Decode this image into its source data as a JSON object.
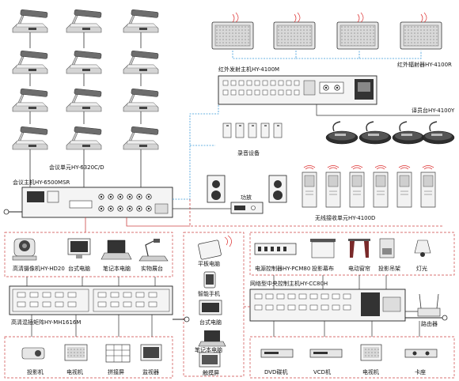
{
  "labels": {
    "conference_unit": "会议单元HY-6320C/D",
    "conference_host": "会议主机HY-6500MSR",
    "ir_host": "红外发射主机HY-4100M",
    "ir_radiator": "红外辐射器HY-4100R",
    "interpreter": "译员台HY-4100Y",
    "recording": "录音设备",
    "amplifier": "功放",
    "wireless_rx": "无线接收单元HY-4100D",
    "camera": "高清摄像机HY-HD20",
    "desktop": "台式电脑",
    "laptop": "笔记本电脑",
    "doc_camera": "实物展台",
    "matrix": "高清混插矩阵HY-MH1616M",
    "projector": "投影机",
    "tv": "电视机",
    "splice": "拼接屏",
    "monitor": "监视器",
    "tablet": "平板电脑",
    "smartphone": "智能手机",
    "desktop2": "台式电脑",
    "laptop2": "笔记本电脑",
    "touchscreen": "触摸屏",
    "power_ctrl": "电源控制器HY-PCM80",
    "proj_screen": "投影幕布",
    "curtain": "电动窗帘",
    "proj_lift": "投影吊架",
    "light": "灯光",
    "central_ctrl": "网络型中央控制主机HY-CC80H",
    "router": "路由器",
    "dvd": "DVD碟机",
    "vcd": "VCD机",
    "tv2": "电视机",
    "card_deck": "卡座"
  }
}
